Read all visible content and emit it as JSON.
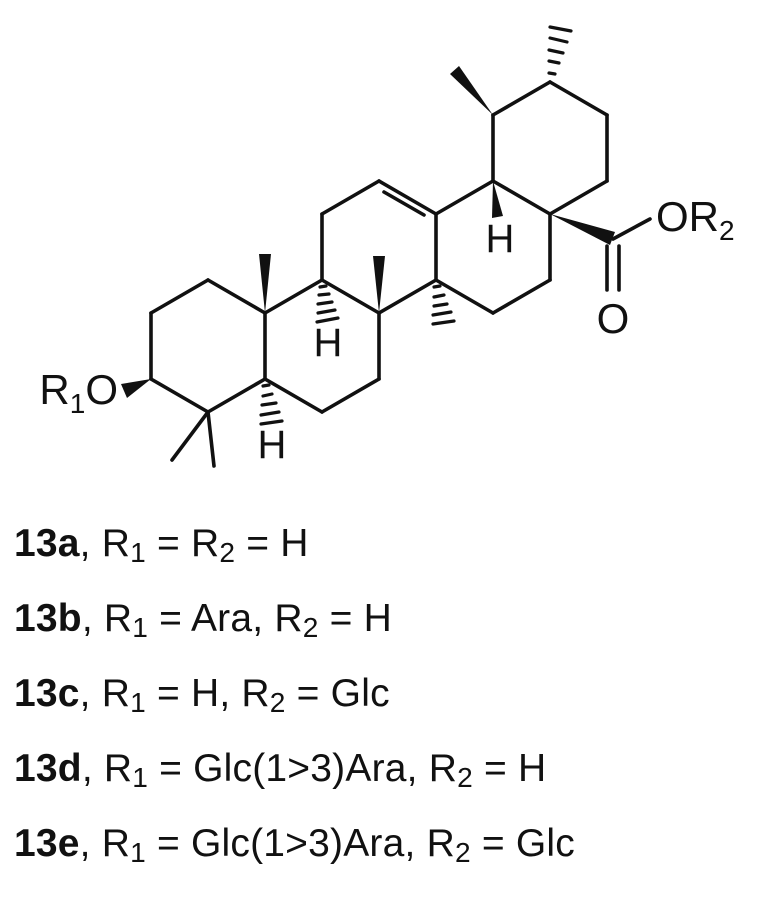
{
  "colors": {
    "ink": "#111111",
    "background": "#ffffff"
  },
  "molecule": {
    "description_labels": {
      "r1o_r": "R",
      "r1o_sub": "1",
      "r1o_o": "O",
      "or2_main": "OR",
      "or2_sub": "2",
      "carbonyl_o": "O",
      "h_c5": "H",
      "h_c9": "H",
      "h_c18": "H"
    }
  },
  "compounds": [
    {
      "id": "13a",
      "def": [
        [
          "t",
          ", R"
        ],
        [
          "s",
          "1"
        ],
        [
          "t",
          " = R"
        ],
        [
          "s",
          "2"
        ],
        [
          "t",
          " = H"
        ]
      ]
    },
    {
      "id": "13b",
      "def": [
        [
          "t",
          ", R"
        ],
        [
          "s",
          "1"
        ],
        [
          "t",
          " = Ara, R"
        ],
        [
          "s",
          "2"
        ],
        [
          "t",
          " = H"
        ]
      ]
    },
    {
      "id": "13c",
      "def": [
        [
          "t",
          ", R"
        ],
        [
          "s",
          "1"
        ],
        [
          "t",
          " = H, R"
        ],
        [
          "s",
          "2"
        ],
        [
          "t",
          " = Glc"
        ]
      ]
    },
    {
      "id": "13d",
      "def": [
        [
          "t",
          ", R"
        ],
        [
          "s",
          "1"
        ],
        [
          "t",
          " = Glc(1>3)Ara, R"
        ],
        [
          "s",
          "2"
        ],
        [
          "t",
          " = H"
        ]
      ]
    },
    {
      "id": "13e",
      "def": [
        [
          "t",
          ", R"
        ],
        [
          "s",
          "1"
        ],
        [
          "t",
          " = Glc(1>3)Ara, R"
        ],
        [
          "s",
          "2"
        ],
        [
          "t",
          " = Glc"
        ]
      ]
    }
  ]
}
